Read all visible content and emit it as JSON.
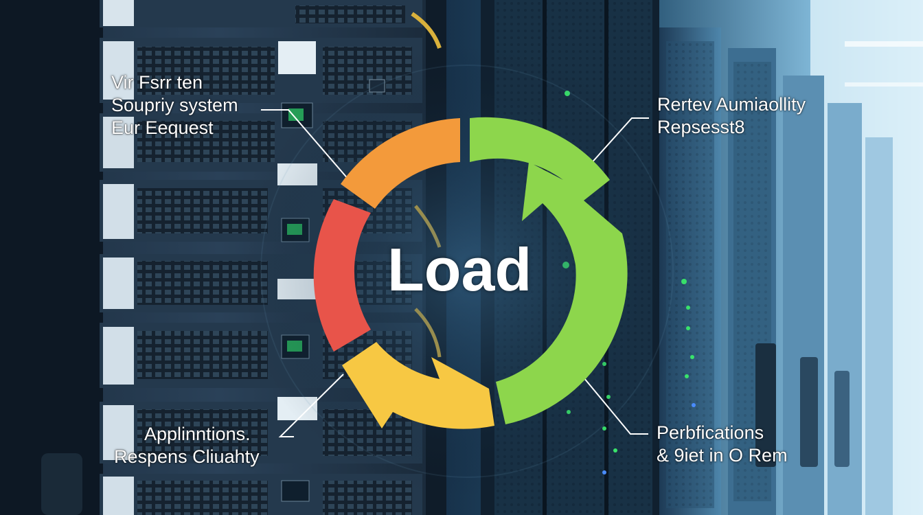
{
  "center": {
    "title": "Load"
  },
  "labels": {
    "top_left": [
      "Vir Fsrr ten",
      "Soupriy system",
      "Eur Eequest"
    ],
    "top_right": [
      "Rertev Aumiaollity",
      "Repsesst8"
    ],
    "bottom_left": [
      "Applinntions.",
      "Respens Cliuahty"
    ],
    "bottom_right": [
      "Perbfications",
      "& 9iet in O Rem"
    ]
  },
  "ring_segments": [
    {
      "name": "orange",
      "color": "#f39a3b"
    },
    {
      "name": "green",
      "color": "#8dd64c"
    },
    {
      "name": "yellow",
      "color": "#f7c843"
    },
    {
      "name": "red",
      "color": "#e8544a"
    }
  ],
  "colors": {
    "background_dark": "#0b1a2b",
    "server_light": "#c9e6f5"
  }
}
